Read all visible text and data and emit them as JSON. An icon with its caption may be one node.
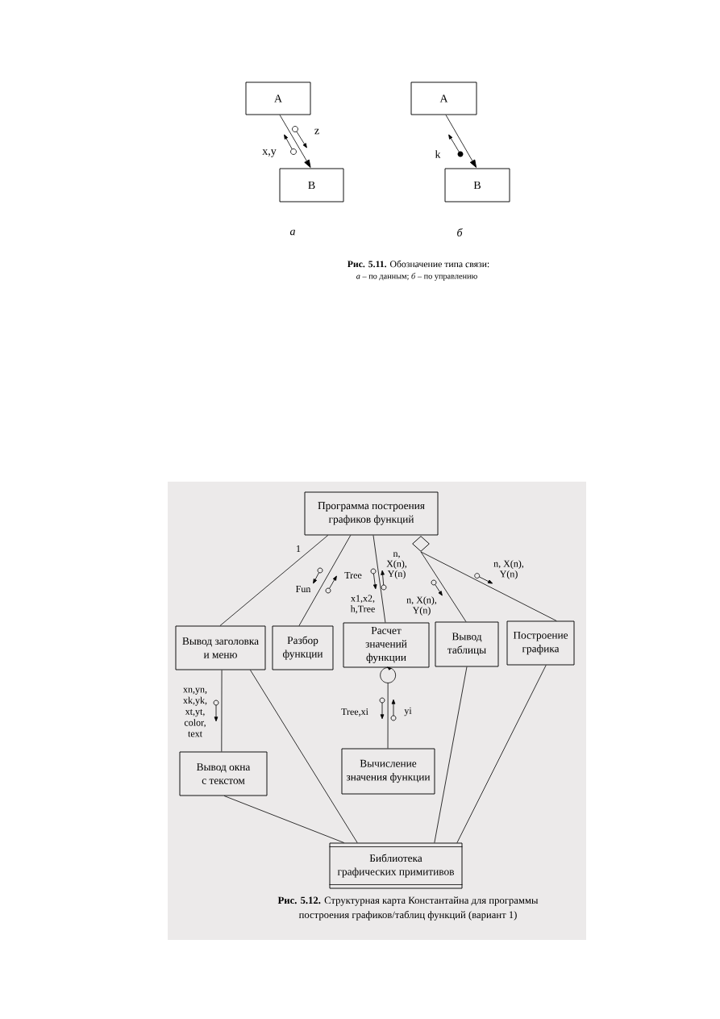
{
  "diagram": {
    "caption": "**Рис. 5.12.** Структурная карта Константайна для программы построения графиков/таблиц функций (вариант 1)",
    "nodes": [
      {
        "text": [
          "A"
        ]
      },
      {
        "text": [
          "B"
        ]
      },
      {
        "text": [
          "A"
        ]
      },
      {
        "text": [
          "B"
        ]
      },
      {
        "text": [
          "Программа построения графиков функций"
        ]
      },
      {
        "text": [
          "Вывод заголовка и меню"
        ]
      },
      {
        "text": [
          "Разбор функции"
        ]
      },
      {
        "text": [
          "Расчет значений функции"
        ]
      },
      {
        "text": [
          "Вывод таблицы"
        ]
      },
      {
        "text": [
          "Построение графика"
        ]
      },
      {
        "text": [
          "Вывод окна с текстом"
        ]
      },
      {
        "text": [
          "Вычисление значения функции"
        ]
      },
      {
        "text": [
          "Библиотека графических примитивов"
        ]
      },
      {
        "text": [],
        "shape": "diamond"
      }
    ],
    "edges": [
      {
        "from": 0,
        "to": 1,
        "arrow": "to"
      },
      {
        "from": 2,
        "to": 3,
        "arrow": "to"
      },
      {
        "from": 4,
        "to": 5,
        "arrow": "none"
      },
      {
        "from": 4,
        "to": 6,
        "arrow": "none"
      },
      {
        "from": 4,
        "to": 7,
        "arrow": "none"
      },
      {
        "from": 13,
        "to": 8,
        "arrow": "none"
      },
      {
        "from": 13,
        "to": 9,
        "arrow": "none"
      },
      {
        "from": 5,
        "to": 10,
        "arrow": "none"
      },
      {
        "from": 7,
        "to": 11,
        "arrow": "other"
      },
      {
        "from": 5,
        "to": 12,
        "arrow": "none"
      },
      {
        "from": 10,
        "to": 12,
        "arrow": "none"
      },
      {
        "from": 8,
        "to": 12,
        "arrow": "none"
      },
      {
        "from": 9,
        "to": 12,
        "arrow": "none"
      }
    ],
    "labels": [
      "z",
      "x,y",
      "k",
      "а",
      "б",
      "**Рис. 5.11.** Обозначение типа связи:",
      "*а* – по данным; *б* – по управлению",
      "1",
      "n, X(n), Y(n)",
      "n, X(n), Y(n)",
      "Tree",
      "Fun",
      "x1,x2, h,Tree",
      "n, X(n), Y(n)",
      "xn,yn, xk,yk, xt,yt, color, text",
      "Tree,xi",
      "yi"
    ]
  }
}
